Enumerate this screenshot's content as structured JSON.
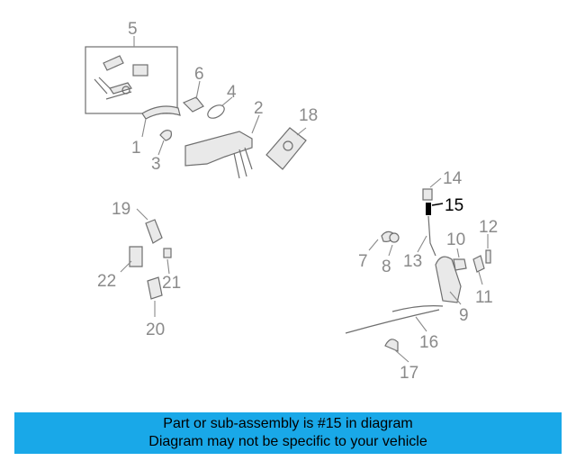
{
  "callouts": {
    "c1": "1",
    "c2": "2",
    "c3": "3",
    "c4": "4",
    "c5": "5",
    "c6": "6",
    "c7": "7",
    "c8": "8",
    "c9": "9",
    "c10": "10",
    "c11": "11",
    "c12": "12",
    "c13": "13",
    "c14": "14",
    "c15": "15",
    "c16": "16",
    "c17": "17",
    "c18": "18",
    "c19": "19",
    "c20": "20",
    "c21": "21",
    "c22": "22"
  },
  "footer": {
    "line1": "Part or sub-assembly is #15 in diagram",
    "line2": "Diagram may not be specific to your vehicle"
  },
  "colors": {
    "banner": "#19a8e8",
    "highlight": "#000000",
    "callout_gray": "#8a8a8a"
  }
}
